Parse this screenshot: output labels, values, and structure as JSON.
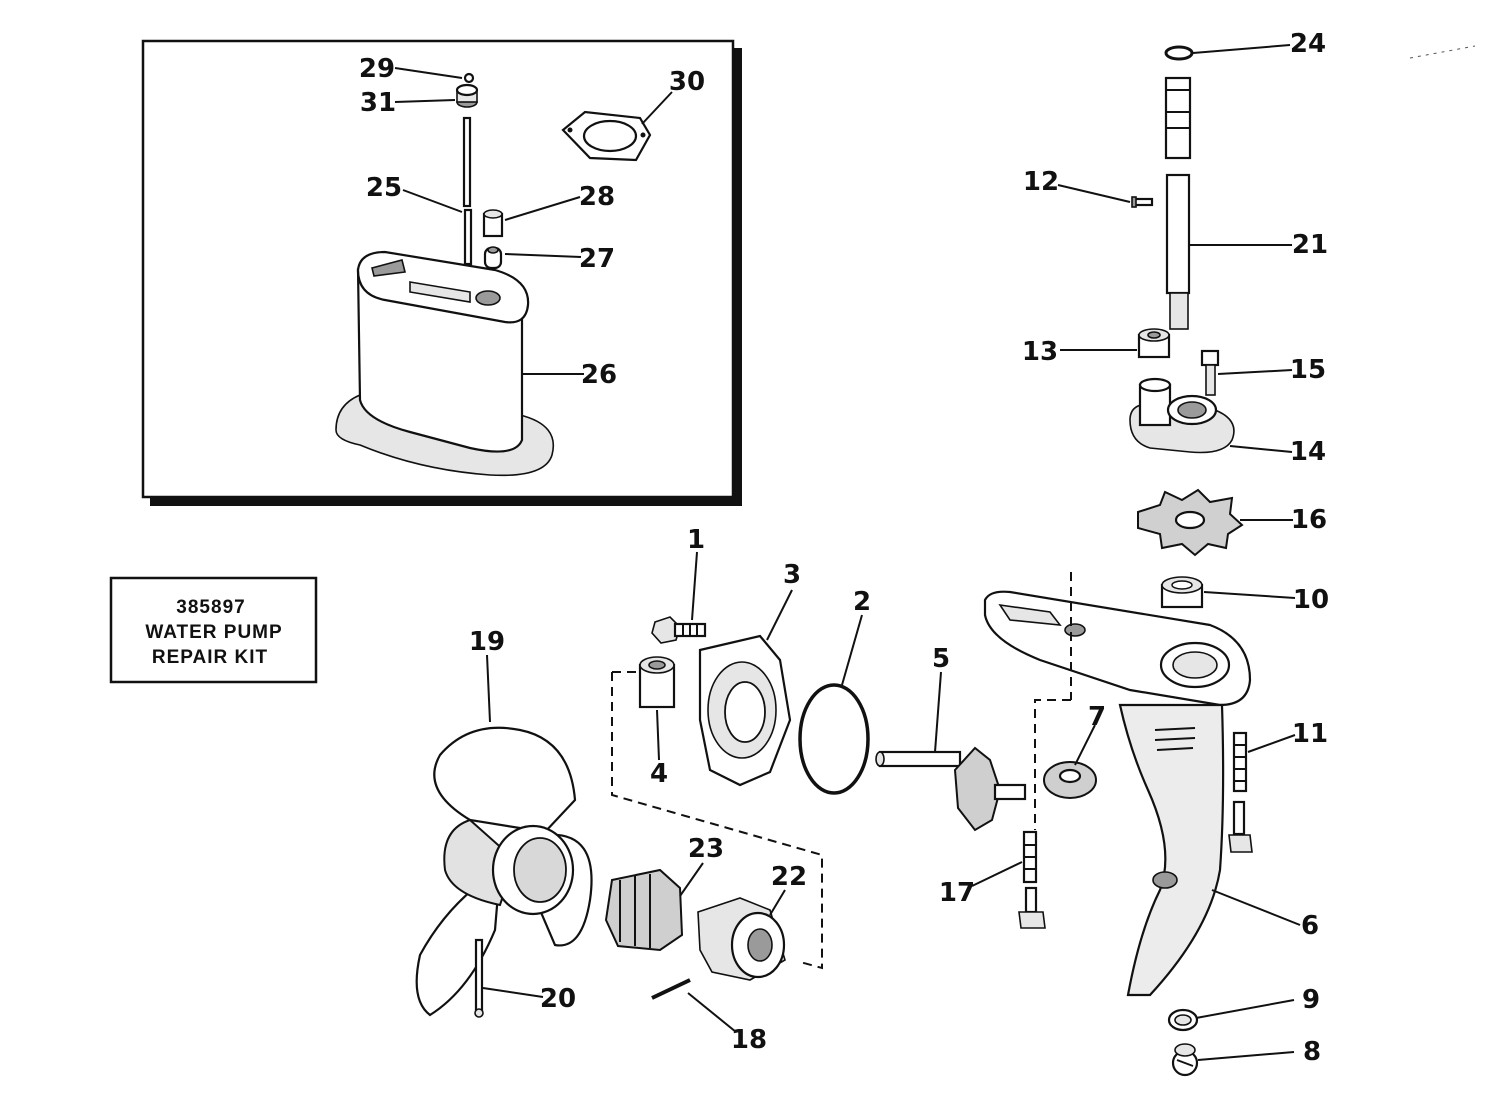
{
  "kit": {
    "number": "385897",
    "line1": "WATER PUMP",
    "line2": "REPAIR KIT"
  },
  "callouts": {
    "c1": "1",
    "c2": "2",
    "c3": "3",
    "c4": "4",
    "c5": "5",
    "c6": "6",
    "c7": "7",
    "c8": "8",
    "c9": "9",
    "c10": "10",
    "c11": "11",
    "c12": "12",
    "c13": "13",
    "c14": "14",
    "c15": "15",
    "c16": "16",
    "c17": "17",
    "c18": "18",
    "c19": "19",
    "c20": "20",
    "c21": "21",
    "c22": "22",
    "c23": "23",
    "c24": "24",
    "c25": "25",
    "c26": "26",
    "c27": "27",
    "c28": "28",
    "c29": "29",
    "c30": "30",
    "c31": "31"
  }
}
